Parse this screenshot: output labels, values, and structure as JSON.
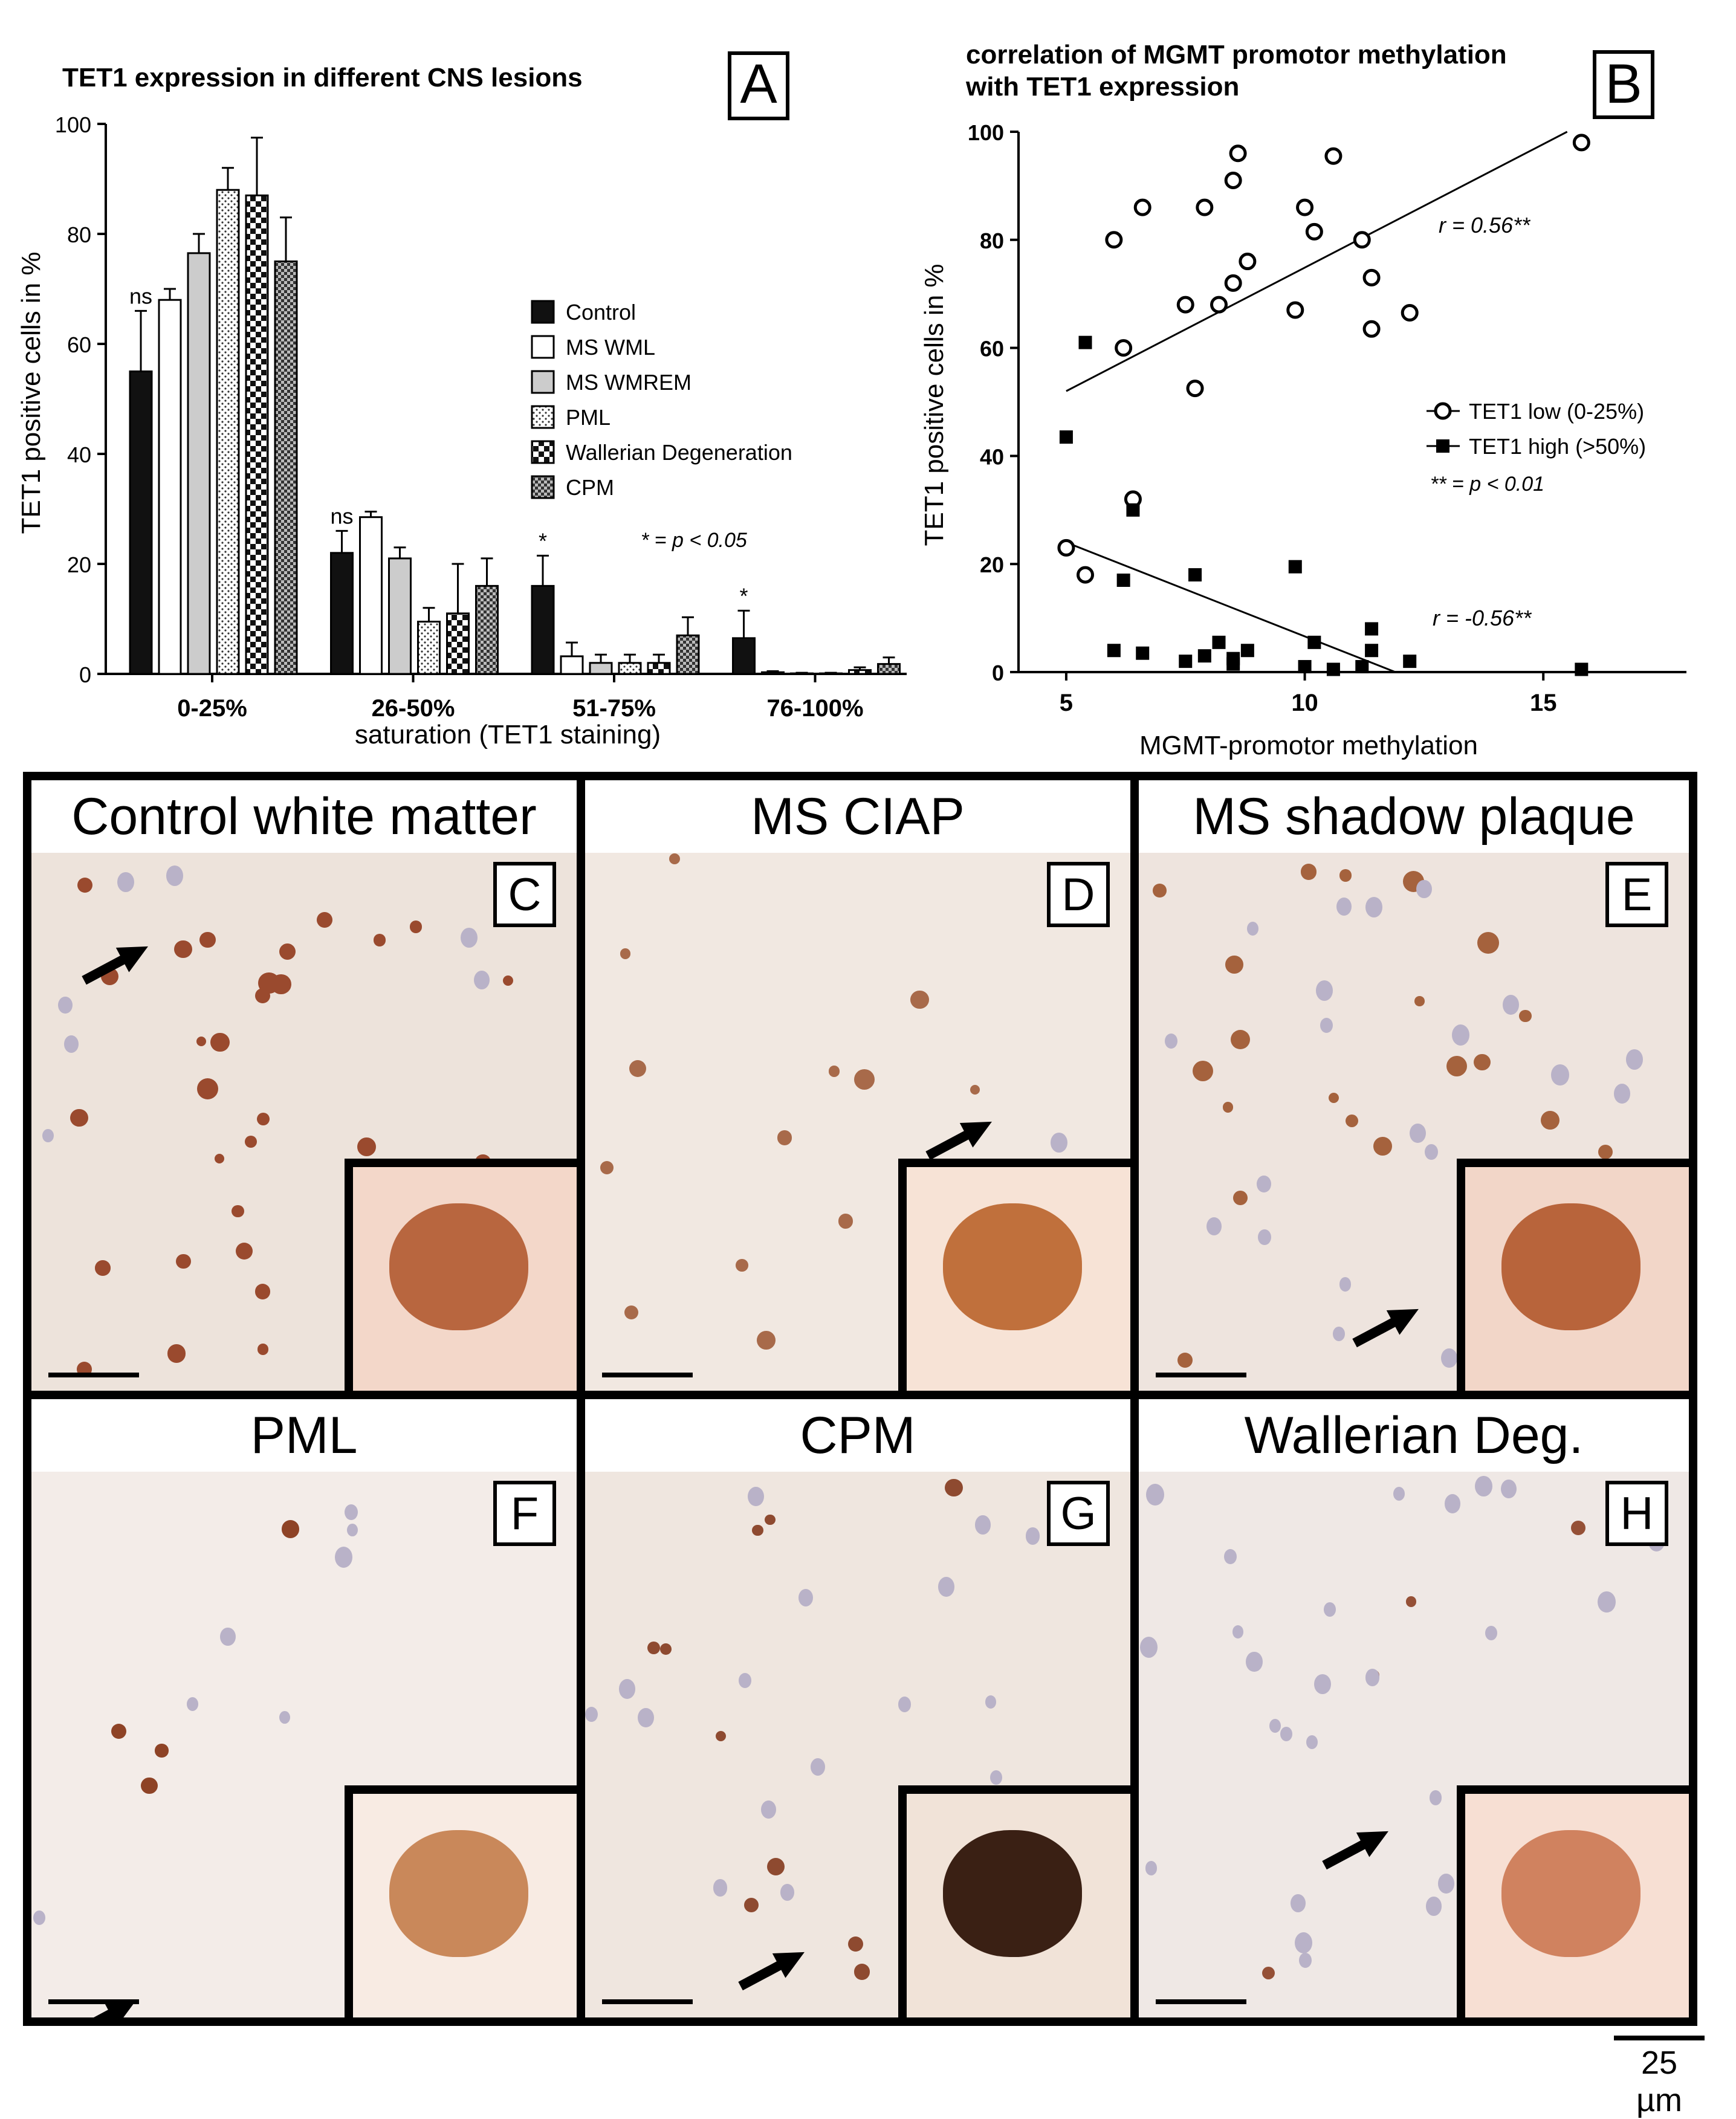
{
  "chart_data": [
    {
      "type": "bar",
      "panel_label": "A",
      "title": "TET1 expression in different CNS lesions",
      "xlabel": "saturation (TET1 staining)",
      "ylabel": "TET1 positive cells in %",
      "ylim": [
        0,
        100
      ],
      "yticks": [
        "0",
        "20",
        "40",
        "60",
        "80",
        "100"
      ],
      "categories": [
        "0-25%",
        "26-50%",
        "51-75%",
        "76-100%"
      ],
      "series": [
        {
          "name": "Control",
          "values": [
            55,
            22,
            16,
            6.5
          ],
          "errors": [
            11,
            4,
            5.5,
            5
          ],
          "fill": "solid",
          "color": "#111111"
        },
        {
          "name": "MS WML",
          "values": [
            68,
            28.5,
            3.2,
            0.3
          ],
          "errors": [
            2,
            1,
            2.5,
            0.2
          ],
          "fill": "white",
          "color": "#ffffff"
        },
        {
          "name": "MS WMREM",
          "values": [
            76.5,
            21,
            2,
            0.1
          ],
          "errors": [
            3.5,
            2,
            1.5,
            0.1
          ],
          "fill": "grey",
          "color": "#cccccc"
        },
        {
          "name": "PML",
          "values": [
            88,
            9.5,
            2,
            0.1
          ],
          "errors": [
            4,
            2.5,
            1.5,
            0.1
          ],
          "fill": "dots",
          "color": "#ffffff"
        },
        {
          "name": "Wallerian Degeneration",
          "values": [
            87,
            11,
            2,
            0.7
          ],
          "errors": [
            10.5,
            9,
            1.5,
            0.5
          ],
          "fill": "checker",
          "color": "#444444"
        },
        {
          "name": "CPM",
          "values": [
            75,
            16,
            7,
            1.8
          ],
          "errors": [
            8,
            5,
            3.3,
            1.2
          ],
          "fill": "checker-fine",
          "color": "#777777"
        }
      ],
      "annotations": [
        {
          "text": "ns",
          "category": "0-25%"
        },
        {
          "text": "ns",
          "category": "26-50%"
        },
        {
          "text": "*",
          "category": "51-75%"
        },
        {
          "text": "*",
          "category": "76-100%"
        },
        {
          "text": "* = p < 0.05"
        }
      ],
      "legend_placement": "right"
    },
    {
      "type": "scatter",
      "panel_label": "B",
      "title": "correlation of MGMT promotor methylation with TET1 expression",
      "xlabel": "MGMT-promotor methylation",
      "ylabel": "TET1 positive cells in %",
      "xlim": [
        4,
        18
      ],
      "ylim": [
        0,
        100
      ],
      "xticks": [
        "5",
        "10",
        "15"
      ],
      "yticks": [
        "0",
        "20",
        "40",
        "60",
        "80",
        "100"
      ],
      "series": [
        {
          "name": "TET1 low (0-25%)",
          "marker": "open-circle",
          "points": [
            [
              5.0,
              23
            ],
            [
              5.4,
              18
            ],
            [
              6.0,
              80
            ],
            [
              6.2,
              60
            ],
            [
              6.4,
              32
            ],
            [
              6.6,
              86
            ],
            [
              7.5,
              68
            ],
            [
              7.7,
              52.5
            ],
            [
              7.9,
              86
            ],
            [
              8.2,
              68
            ],
            [
              8.5,
              72
            ],
            [
              8.5,
              91
            ],
            [
              8.6,
              96
            ],
            [
              8.8,
              76
            ],
            [
              9.8,
              67
            ],
            [
              10.0,
              86
            ],
            [
              10.2,
              81.5
            ],
            [
              10.6,
              95.5
            ],
            [
              11.2,
              80
            ],
            [
              11.4,
              73
            ],
            [
              11.4,
              63.5
            ],
            [
              12.2,
              66.5
            ],
            [
              15.8,
              98
            ]
          ]
        },
        {
          "name": "TET1 high (>50%)",
          "marker": "filled-square",
          "points": [
            [
              5.0,
              43.5
            ],
            [
              5.4,
              61
            ],
            [
              6.0,
              4
            ],
            [
              6.2,
              17
            ],
            [
              6.4,
              30
            ],
            [
              6.6,
              3.5
            ],
            [
              7.5,
              2
            ],
            [
              7.7,
              18
            ],
            [
              7.9,
              3
            ],
            [
              8.2,
              5.5
            ],
            [
              8.5,
              1.5
            ],
            [
              8.5,
              2.5
            ],
            [
              8.8,
              4
            ],
            [
              9.8,
              19.5
            ],
            [
              10.0,
              1
            ],
            [
              10.2,
              5.5
            ],
            [
              10.6,
              0.5
            ],
            [
              11.2,
              1
            ],
            [
              11.4,
              4
            ],
            [
              11.4,
              8
            ],
            [
              12.2,
              2
            ],
            [
              15.8,
              0.5
            ]
          ]
        }
      ],
      "fit_lines": [
        {
          "series": "TET1 low (0-25%)",
          "from": [
            5,
            52
          ],
          "to": [
            15.5,
            100
          ],
          "label": "r = 0.56**"
        },
        {
          "series": "TET1 high (>50%)",
          "from": [
            5,
            24
          ],
          "to": [
            11.9,
            0
          ],
          "label": "r = -0.56**"
        }
      ],
      "significance_note": "** = p < 0.01",
      "legend_placement": "right"
    }
  ],
  "micrographs": [
    {
      "title": "Control white matter",
      "label": "C"
    },
    {
      "title": "MS CIAP",
      "label": "D"
    },
    {
      "title": "MS shadow plaque",
      "label": "E"
    },
    {
      "title": "PML",
      "label": "F"
    },
    {
      "title": "CPM",
      "label": "G"
    },
    {
      "title": "Wallerian Deg.",
      "label": "H"
    }
  ],
  "scale_bar_label": "25 µm"
}
